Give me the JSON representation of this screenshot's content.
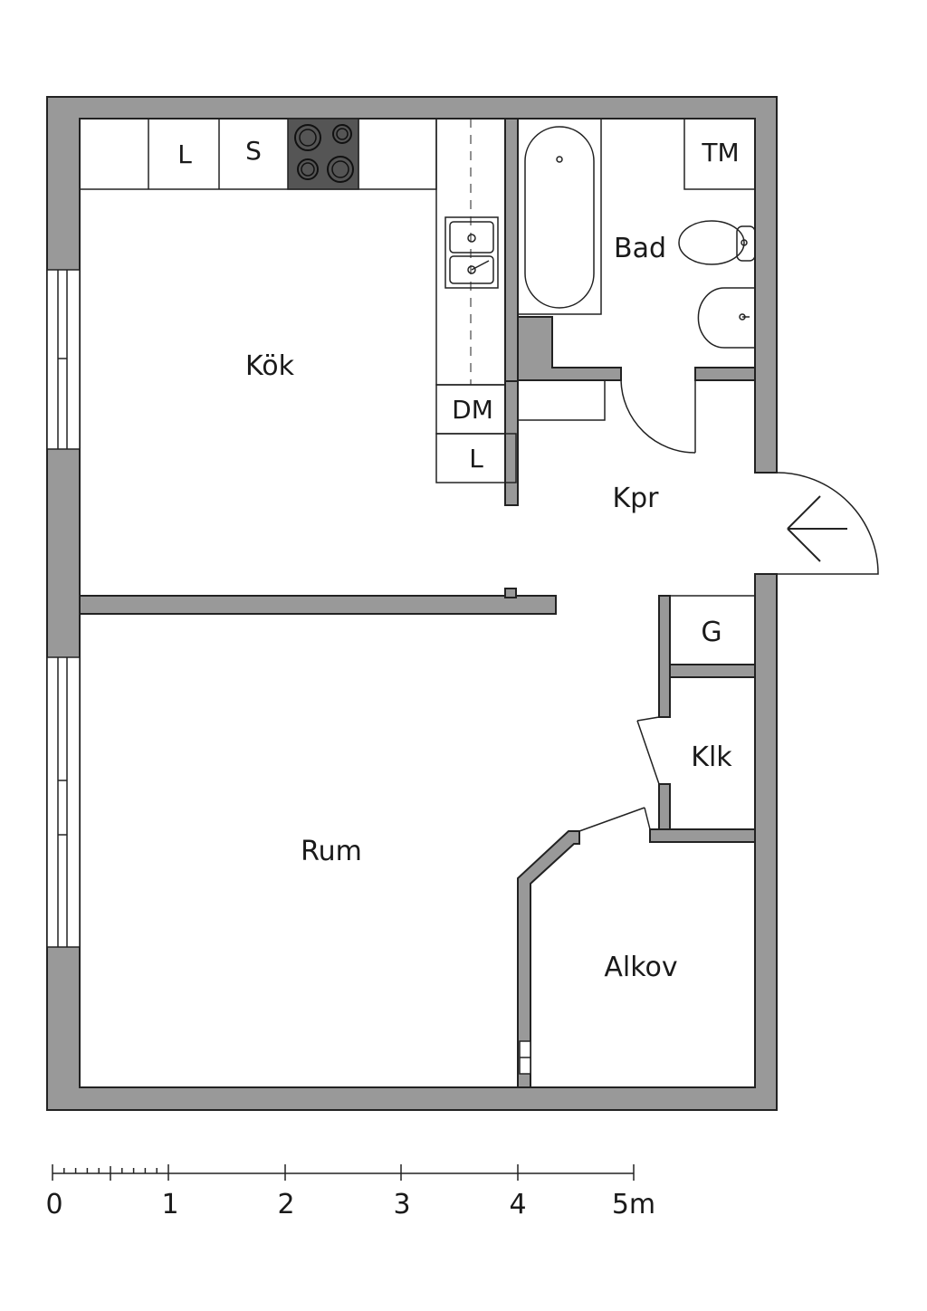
{
  "rooms": {
    "kitchen": "Kök",
    "bath": "Bad",
    "hall": "Kpr",
    "living": "Rum",
    "alcove": "Alkov",
    "closet": "Klk",
    "wardrobe": "G"
  },
  "fixtures": {
    "fridge": "L",
    "freezer": "S",
    "dishwasher": "DM",
    "kitchen_cabinet": "L",
    "washer": "TM"
  },
  "scale_bar": {
    "labels": [
      "0",
      "1",
      "2",
      "3",
      "4",
      "5m"
    ]
  },
  "colors": {
    "wall": "#999999",
    "line": "#222222",
    "stove": "#555555"
  }
}
